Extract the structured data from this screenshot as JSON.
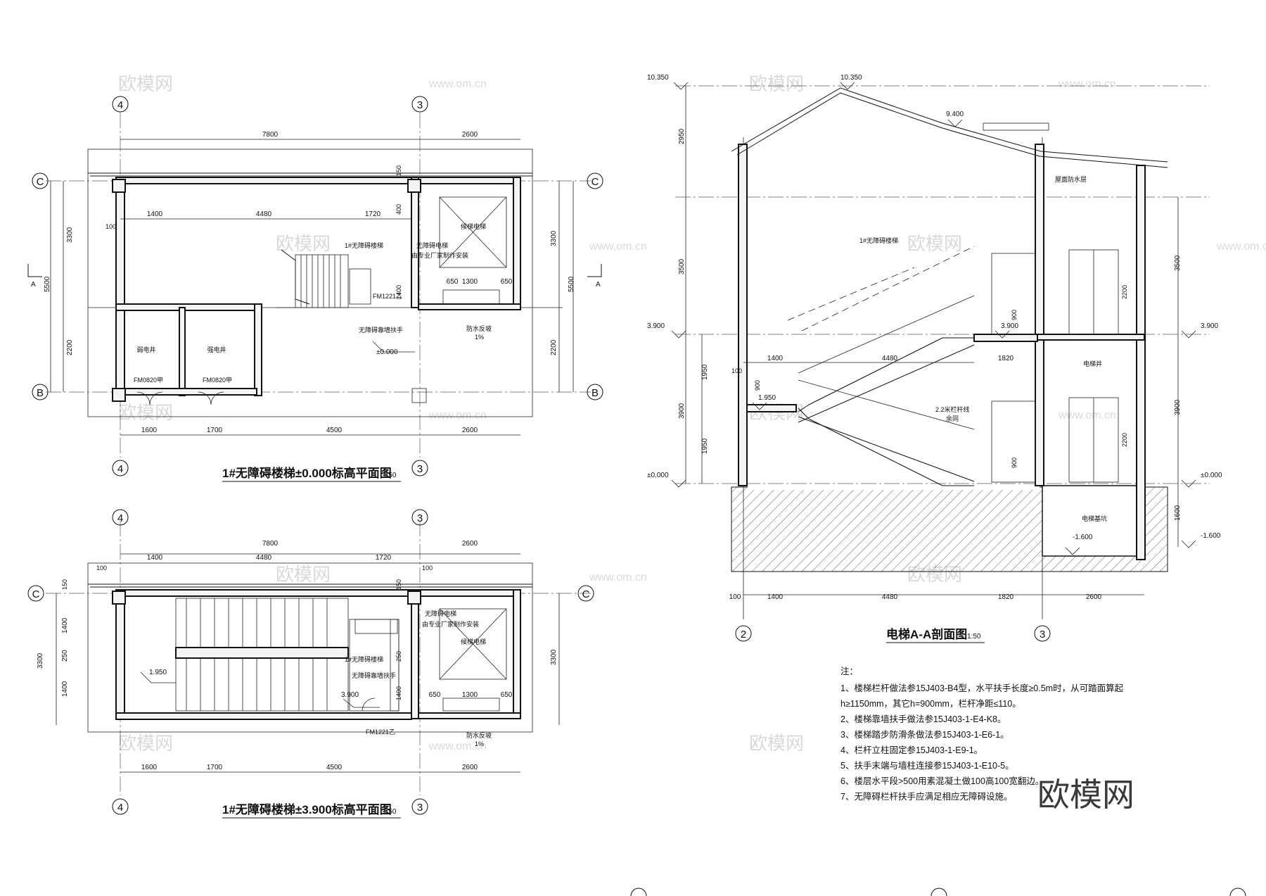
{
  "plan1": {
    "title": "1#无障碍楼梯±0.000标高平面图",
    "scale": "1:50",
    "top_dims": [
      "7800",
      "2600"
    ],
    "inner_dims": [
      "1400",
      "4480",
      "1720"
    ],
    "bottom_dims": [
      "1600",
      "1700",
      "4500",
      "2600"
    ],
    "left_dims": [
      "3300",
      "2200"
    ],
    "left_total": "5500",
    "right_dims": [
      "3300",
      "2200"
    ],
    "right_total": "5500",
    "small_dims": {
      "d100": "100",
      "d150": "150",
      "d400": "400",
      "d1400v": "1400"
    },
    "elevator_dims": [
      "650",
      "1300",
      "650"
    ],
    "elevation": "±0.000",
    "labels": {
      "shaft1": "弱电井",
      "shaft2": "强电井",
      "door1": "FM0820甲",
      "door2": "FM0820甲",
      "stair": "1#无障碍楼梯",
      "barrier_free_elev": "无障碍电梯",
      "elev_sub": "由专业厂家制作安装",
      "handrail": "无障碍靠墙扶手",
      "door3": "FM1221乙",
      "car": "候梯电梯",
      "waterproof": "防水反坡",
      "slope": "1%"
    },
    "section_mark": "A"
  },
  "plan2": {
    "title": "1#无障碍楼梯±3.900标高平面图",
    "scale": "1:50",
    "top_dims": [
      "7800",
      "2600"
    ],
    "inner_dims": [
      "1400",
      "4480",
      "1720"
    ],
    "bottom_dims": [
      "1600",
      "1700",
      "4500",
      "2600"
    ],
    "left_dims": [
      "1400",
      "250",
      "1400"
    ],
    "left_total": "3300",
    "right_total": "3300",
    "small_dims": {
      "d100": "100",
      "d150": "150",
      "d250": "250",
      "d1400v": "1400"
    },
    "elevator_dims": [
      "650",
      "1300",
      "650"
    ],
    "elevations": [
      "1.950",
      "3.900"
    ],
    "labels": {
      "stair": "1#无障碍楼梯",
      "barrier_free_elev": "无障碍电梯",
      "elev_sub": "由专业厂家制作安装",
      "handrail": "无障碍靠墙扶手",
      "door3": "FM1221乙",
      "car": "候梯电梯",
      "waterproof": "防水反坡",
      "slope": "1%"
    }
  },
  "axes": {
    "a4": "4",
    "a3": "3",
    "a2": "2",
    "c": "C",
    "b": "B"
  },
  "section": {
    "title": "电梯A-A剖面图",
    "scale": "1:50",
    "elevations": [
      "10.350",
      "9.400",
      "3.900",
      "1.950",
      "±0.000",
      "-1.600"
    ],
    "left_dims": [
      "2950",
      "3500",
      "1950",
      "1950",
      "3900"
    ],
    "right_dims": [
      "3500",
      "3900",
      "1600"
    ],
    "inner_dims": [
      "2200",
      "2200",
      "900",
      "900"
    ],
    "bottom_dims": [
      "100",
      "1400",
      "4480",
      "1820",
      "2600"
    ],
    "top_inner_dims": [
      "1400",
      "4480",
      "1820"
    ],
    "d100": "100",
    "labels": {
      "stair": "1#无障碍楼梯",
      "shaft": "电梯井",
      "pit": "电梯基坑",
      "roof": "屋面防水层",
      "rail": "2.2米栏杆线",
      "rail2": "余同"
    }
  },
  "notes": {
    "header": "注：",
    "lines": [
      "1、楼梯栏杆做法参15J403-B4型，水平扶手长度≥0.5m时，从可踏面算起",
      "h≥1150mm，其它h=900mm，栏杆净距≤110。",
      "2、楼梯靠墙扶手做法参15J403-1-E4-K8。",
      "3、楼梯踏步防滑条做法参15J403-1-E6-1。",
      "4、栏杆立柱固定参15J403-1-E9-1。",
      "5、扶手末端与墙柱连接参15J403-1-E10-5。",
      "6、楼层水平段>500用素混凝土做100高100宽翻边。",
      "7、无障碍栏杆扶手应满足相应无障碍设施。"
    ]
  },
  "watermark": {
    "brand": "欧模网",
    "url": "www.om.cn"
  }
}
